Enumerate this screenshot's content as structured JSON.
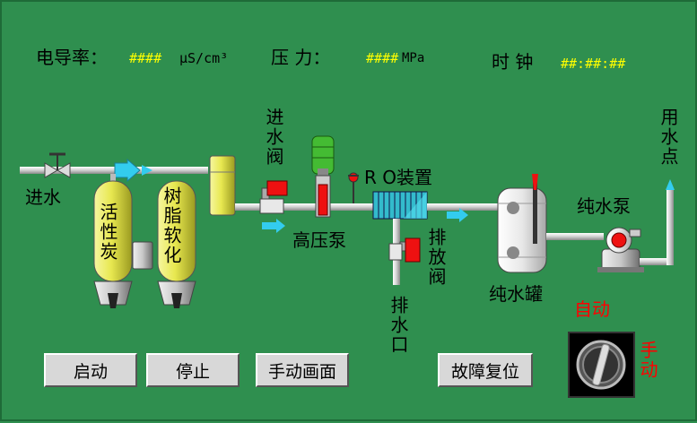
{
  "header": {
    "conductivity_label": "电导率：",
    "conductivity_value": "####",
    "conductivity_unit": "μS/cm³",
    "pressure_label": "压  力：",
    "pressure_value": "####",
    "pressure_unit": "MPa",
    "clock_label": "时  钟",
    "clock_value": "##:##:##"
  },
  "process": {
    "inlet": "进水",
    "carbon_filter": "活性炭",
    "resin_softener": "树脂软化",
    "inlet_valve": "进水阀",
    "high_pressure_pump": "高压泵",
    "ro_unit": "R O装置",
    "drain_valve": "排放阀",
    "drain_outlet": "排水口",
    "pure_water_tank": "纯水罐",
    "pure_water_pump": "纯水泵",
    "point_of_use": "用水点"
  },
  "mode": {
    "auto_label": "自动",
    "manual_label": "手动"
  },
  "buttons": {
    "start": "启动",
    "stop": "停止",
    "manual_screen": "手动画面",
    "fault_reset": "故障复位"
  },
  "colors": {
    "background": "#2f8f4f",
    "value_text": "#ffff00",
    "mode_text": "#ff0000",
    "vessel": "#e6e65a",
    "valve": "#ff0000",
    "flow_arrow": "#33ccee"
  }
}
